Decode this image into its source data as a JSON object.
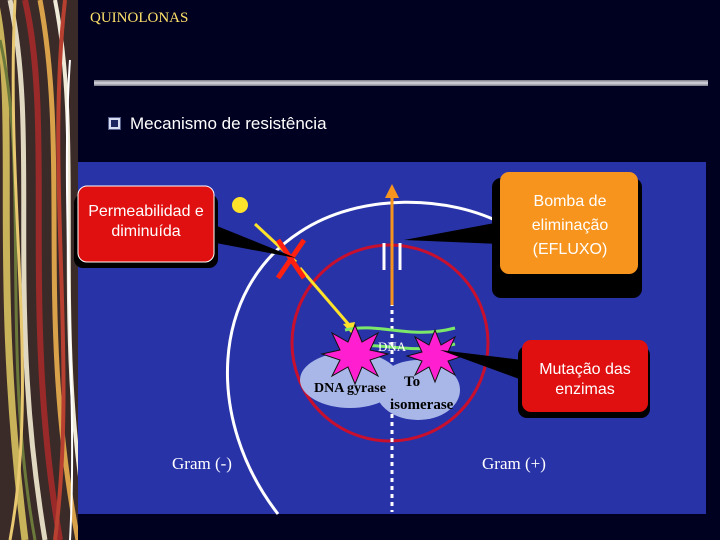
{
  "slide": {
    "title": "QUINOLONAS",
    "subtitle": "Mecanismo de resistência"
  },
  "diagram": {
    "callouts": {
      "permeability": "Permeabilidad e diminuída",
      "efflux": "Bomba de eliminação (EFLUXO)",
      "mutation": "Mutação das enzimas"
    },
    "labels": {
      "dna": "DNA",
      "dna_gyrase": "DNA gyrase",
      "topo_line1": "To",
      "topo_line2": "isomerase",
      "gram_negative": "Gram (-)",
      "gram_positive": "Gram (+)"
    }
  },
  "colors": {
    "background": "#000020",
    "panel": "#2933a8",
    "title": "#ffe26a",
    "callout_red": "#e01010",
    "callout_orange": "#f7941d",
    "enzyme_pink": "#ff1fd0",
    "enzyme_blue": "#a9b7e8"
  }
}
